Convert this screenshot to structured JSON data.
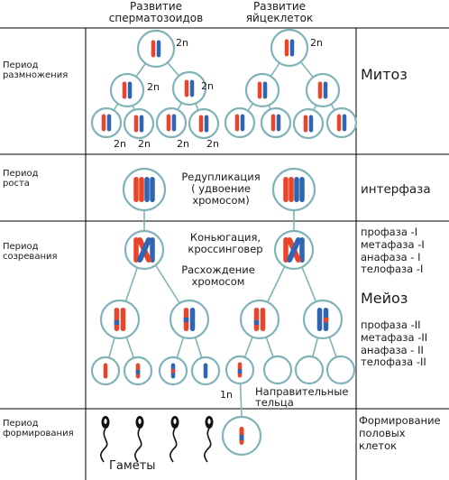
{
  "headers": {
    "spermatozoa": "Развитие\nсперматозоидов",
    "eggs": "Развитие\nяйцеклеток"
  },
  "periods": [
    {
      "label": "Период\nразмножения"
    },
    {
      "label": "Период\nроста"
    },
    {
      "label": "Период\nсозревания"
    },
    {
      "label": "Период\nформирования"
    }
  ],
  "right_labels": {
    "mitosis": "Митоз",
    "interphase": "интерфаза",
    "meiosis1": "профаза -I\nметафаза -I\nанафаза - I\nтелофаза -I",
    "meiosis": "Мейоз",
    "meiosis2": "профаза -II\nметафаза -II\nанафаза - II\nтелофаза -II",
    "formation": "Формирование\nполовых\nклеток"
  },
  "center_labels": {
    "replication": "Редупликация\n( удвоение\nхромосом)",
    "conjugation": "Коньюгация,\nкроссинговер",
    "divergence": "Расхождение\nхромосом",
    "polar_bodies": "Направительные\nтельца",
    "gametes": "Гаметы"
  },
  "ploidy": {
    "diploid": "2n",
    "haploid": "1n"
  },
  "colors": {
    "red": "#e8452a",
    "blue": "#2e66b3",
    "cell_border": "#7fb3b8",
    "table_border": "#000000"
  }
}
